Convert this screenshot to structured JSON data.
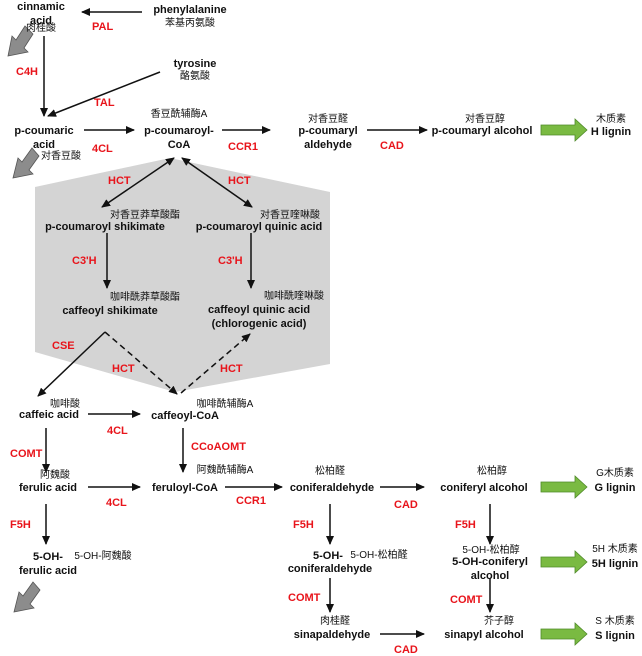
{
  "colors": {
    "enzyme": "#e8141b",
    "panel": "#d4d4d4",
    "block_arrow": "#7aba42",
    "gray_arrow": "#8c8c8c",
    "text": "#111111"
  },
  "compounds": {
    "cinnamic": "cinnamic\nacid",
    "cinnamic_cn": "肉桂酸",
    "phenylalanine": "phenylalanine",
    "phenylalanine_cn": "苯基丙氨酸",
    "tyrosine": "tyrosine",
    "tyrosine_cn": "酪氨酸",
    "pcoumaric": "p-coumaric\nacid",
    "pcoumaric_cn": "对香豆酸",
    "pcoumaroyl_coa_cn": "香豆酰辅酶A",
    "pcoumaroyl_coa": "p-coumaroyl-\nCoA",
    "pcoumaryl_ald_cn": "对香豆醛",
    "pcoumaryl_ald": "p-coumaryl\naldehyde",
    "pcoumaryl_alc_cn": "对香豆醇",
    "pcoumaryl_alc": "p-coumaryl alcohol",
    "h_lignin_cn": "木质素",
    "h_lignin": "H lignin",
    "shikimate_cn": "对香豆莽草酸酯",
    "shikimate": "p-coumaroyl shikimate",
    "quinic_cn": "对香豆喹啉酸",
    "quinic": "p-coumaroyl quinic acid",
    "caff_shik_cn": "咖啡酰莽草酸酯",
    "caff_shik": "caffeoyl shikimate",
    "caff_quinic_cn": "咖啡酰喹啉酸",
    "caff_quinic": "caffeoyl quinic acid\n(chlorogenic acid)",
    "caffeic_cn": "咖啡酸",
    "caffeic": "caffeic acid",
    "caffeoyl_coa_cn": "咖啡酰辅酶A",
    "caffeoyl_coa": "caffeoyl-CoA",
    "ferulic_cn": "阿魏酸",
    "ferulic": "ferulic acid",
    "feruloyl_coa_cn": "阿魏酰辅酶A",
    "feruloyl_coa": "feruloyl-CoA",
    "conifer_ald_cn": "松柏醛",
    "conifer_ald": "coniferaldehyde",
    "conifer_alc_cn": "松柏醇",
    "conifer_alc": "coniferyl alcohol",
    "g_lignin_cn": "G木质素",
    "g_lignin": "G lignin",
    "oh_ferulic": "5-OH-\nferulic acid",
    "oh_ferulic_cn": "5-OH-阿魏酸",
    "oh_conifer_ald_a": "5-OH-",
    "oh_conifer_ald_cn": "5-OH-松柏醛",
    "oh_conifer_ald_b": "coniferaldehyde",
    "oh_conifer_alc_cn": "5-OH-松柏醇",
    "oh_conifer_alc": "5-OH-coniferyl\nalcohol",
    "h5_lignin_cn": "5H 木质素",
    "h5_lignin": "5H lignin",
    "sinapald_cn": "肉桂醛",
    "sinapald": "sinapaldehyde",
    "sinapyl_cn": "芥子醇",
    "sinapyl": "sinapyl alcohol",
    "s_lignin_cn": "S 木质素",
    "s_lignin": "S lignin"
  },
  "enzymes": {
    "pal": "PAL",
    "c4h": "C4H",
    "tal": "TAL",
    "cl4_a": "4CL",
    "ccr1_a": "CCR1",
    "cad_a": "CAD",
    "hct_l": "HCT",
    "hct_r": "HCT",
    "c3h_l": "C3'H",
    "c3h_r": "C3'H",
    "cse": "CSE",
    "hct_bl": "HCT",
    "hct_br": "HCT",
    "cl4_b": "4CL",
    "ccoaomt": "CCoAOMT",
    "comt_a": "COMT",
    "cl4_c": "4CL",
    "ccr1_b": "CCR1",
    "cad_b": "CAD",
    "f5h_a": "F5H",
    "f5h_b": "F5H",
    "f5h_c": "F5H",
    "comt_b": "COMT",
    "comt_c": "COMT",
    "cad_c": "CAD"
  }
}
